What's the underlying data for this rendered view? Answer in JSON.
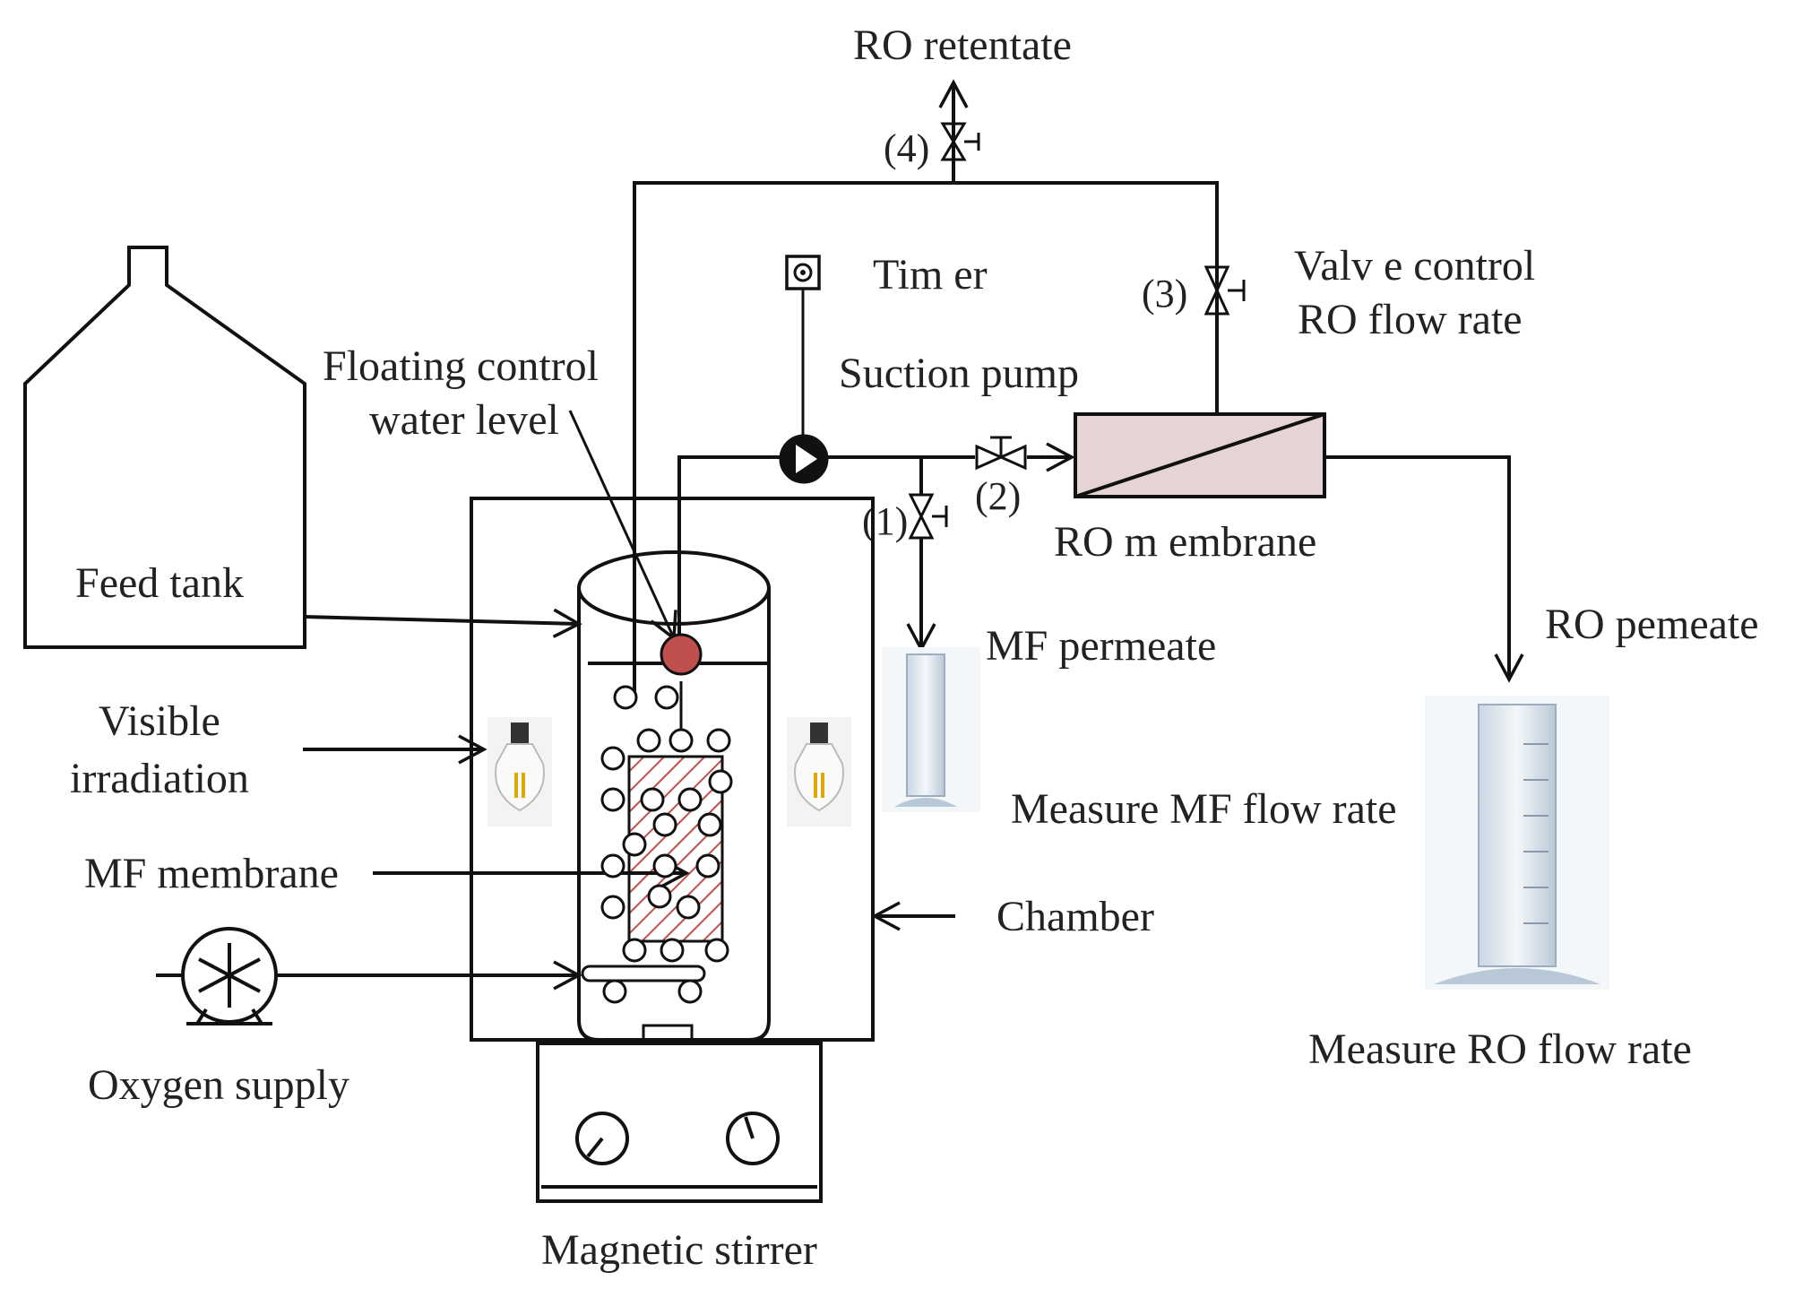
{
  "labels": {
    "ro_retentate": "RO retentate",
    "valve_4": "(4)",
    "valve_3": "(3)",
    "valve_2": "(2)",
    "valve_1": "(1)",
    "timer": "Tim er",
    "valve_control_1": "Valv e control",
    "valve_control_2": "RO flow rate",
    "floating_control_1": "Floating control",
    "floating_control_2": "water level",
    "suction_pump": "Suction pump",
    "ro_membrane": "RO m embrane",
    "feed_tank": "Feed tank",
    "mf_permeate": "MF permeate",
    "ro_permeate": "RO pemeate",
    "visible_irradiation_1": "Visible",
    "visible_irradiation_2": "irradiation",
    "measure_mf": "Measure MF flow rate",
    "mf_membrane": "MF membrane",
    "chamber": "Chamber",
    "oxygen_supply": "Oxygen supply",
    "measure_ro": "Measure RO flow rate",
    "magnetic_stirrer": "Magnetic stirrer"
  },
  "colors": {
    "line": "#111111",
    "float_ball": "#c0504d",
    "ro_membrane_fill": "#e6d3d3",
    "mf_hatch": "#c0504d",
    "cylinder_glass": "#dbe4ec"
  }
}
